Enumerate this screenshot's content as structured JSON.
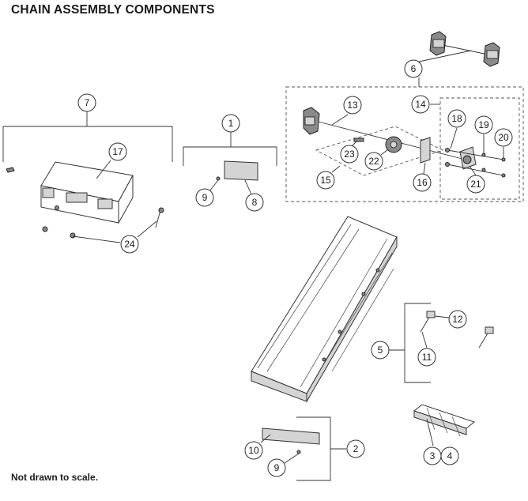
{
  "title": "CHAIN ASSEMBLY COMPONENTS",
  "footnote": "Not drawn to scale.",
  "callouts": {
    "c1": "1",
    "c2": "2",
    "c3": "3",
    "c4": "4",
    "c5": "5",
    "c6": "6",
    "c7": "7",
    "c8": "8",
    "c9a": "9",
    "c9b": "9",
    "c10": "10",
    "c11": "11",
    "c12": "12",
    "c13": "13",
    "c14": "14",
    "c15": "15",
    "c16": "16",
    "c17": "17",
    "c18": "18",
    "c19": "19",
    "c20": "20",
    "c21": "21",
    "c22": "22",
    "c23": "23",
    "c24": "24"
  }
}
